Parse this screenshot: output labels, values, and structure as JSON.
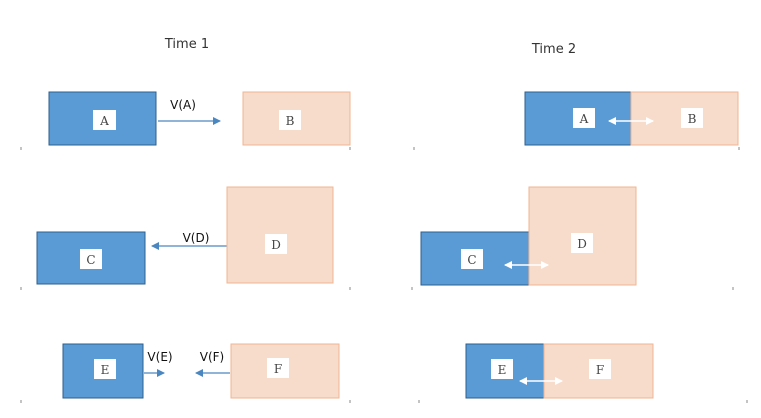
{
  "headings": {
    "time1": "Time 1",
    "time2": "Time 2"
  },
  "colors": {
    "blue": "#5b9bd5",
    "blue_border": "#2e5f8f",
    "peach": "#f8dccb",
    "peach_border": "#f1b591",
    "arrow_blue": "#4a86bf",
    "label_box": "#ffffff"
  },
  "time1": {
    "row1": {
      "left": "A",
      "right": "B",
      "velocity": "V(A)"
    },
    "row2": {
      "left": "C",
      "right": "D",
      "velocity": "V(D)"
    },
    "row3": {
      "left": "E",
      "right": "F",
      "velocity_left": "V(E)",
      "velocity_right": "V(F)"
    }
  },
  "time2": {
    "row1": {
      "left": "A",
      "right": "B"
    },
    "row2": {
      "left": "C",
      "right": "D"
    },
    "row3": {
      "left": "E",
      "right": "F"
    }
  }
}
